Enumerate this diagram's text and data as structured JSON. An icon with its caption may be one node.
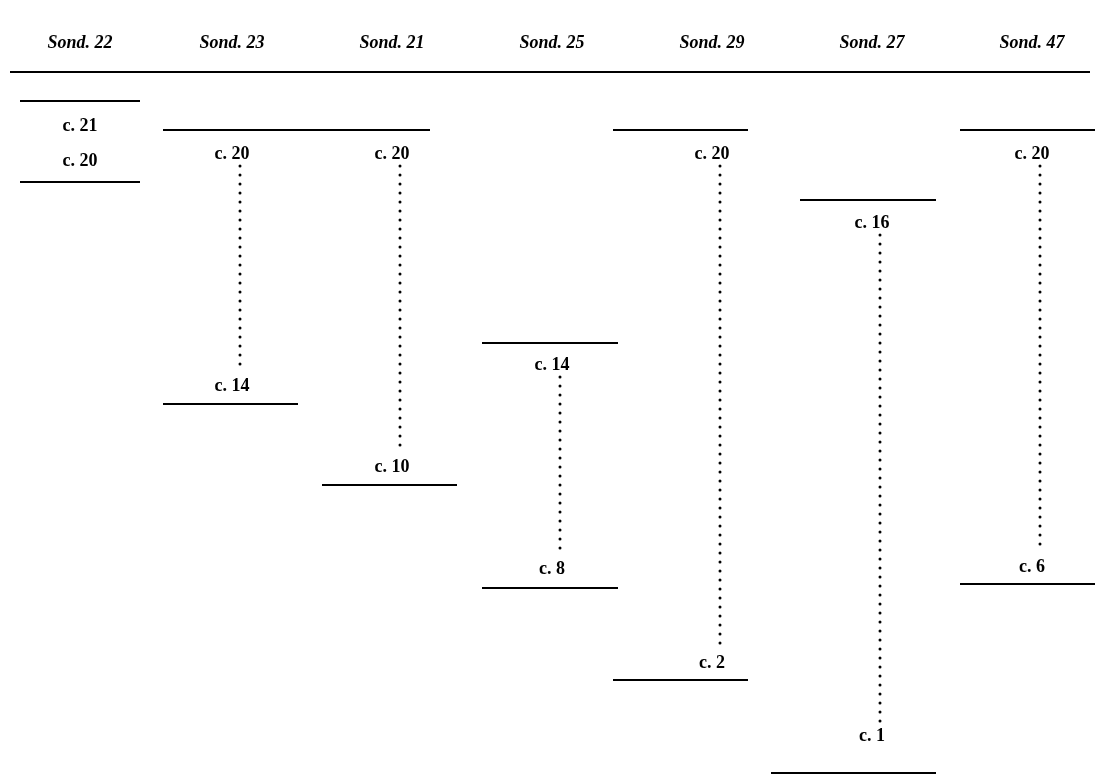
{
  "diagram": {
    "nodes": [
      {
        "text": [
          "c. 20"
        ]
      },
      {
        "text": [
          "c. 14"
        ]
      },
      {
        "text": [
          "c. 20"
        ]
      },
      {
        "text": [
          "c. 10"
        ]
      },
      {
        "text": [
          "c. 14"
        ]
      },
      {
        "text": [
          "c. 8"
        ]
      },
      {
        "text": [
          "c. 20"
        ]
      },
      {
        "text": [
          "c. 2"
        ]
      },
      {
        "text": [
          "c. 16"
        ]
      },
      {
        "text": [
          "c. 1"
        ]
      },
      {
        "text": [
          "c. 20"
        ]
      },
      {
        "text": [
          "c. 6"
        ]
      }
    ],
    "edges": [
      {
        "from": 0,
        "to": 1,
        "arrow": "none",
        "style": "dashed"
      },
      {
        "from": 2,
        "to": 3,
        "arrow": "none",
        "style": "dashed"
      },
      {
        "from": 4,
        "to": 5,
        "arrow": "none",
        "style": "dashed"
      },
      {
        "from": 6,
        "to": 7,
        "arrow": "none",
        "style": "dashed"
      },
      {
        "from": 8,
        "to": 9,
        "arrow": "none",
        "style": "dashed"
      },
      {
        "from": 10,
        "to": 11,
        "arrow": "none",
        "style": "dashed"
      }
    ],
    "labels": [
      "Sond. 22",
      "Sond. 23",
      "Sond. 21",
      "Sond. 25",
      "Sond. 29",
      "Sond. 27",
      "Sond. 47",
      "c. 21",
      "c. 20"
    ]
  }
}
